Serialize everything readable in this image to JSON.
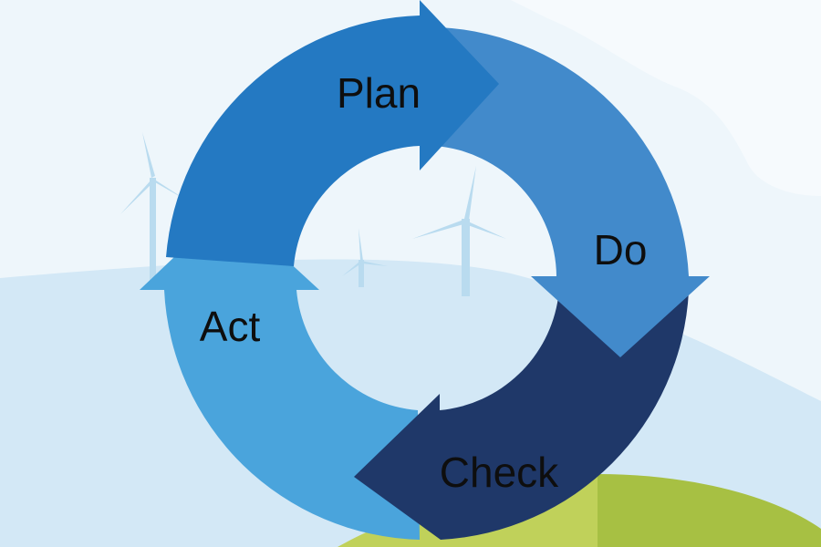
{
  "diagram": {
    "stages": [
      {
        "id": "plan",
        "label": "Plan",
        "color": "#2479c2"
      },
      {
        "id": "do",
        "label": "Do",
        "color": "#428acb"
      },
      {
        "id": "check",
        "label": "Check",
        "color": "#1f3869"
      },
      {
        "id": "act",
        "label": "Act",
        "color": "#4aa4dc"
      }
    ]
  },
  "background": {
    "sky": "#eef6fb",
    "cloud": "#f6fafd",
    "hill": "#d3e8f6",
    "field_light": "#c0d15a",
    "field_dark": "#a7c043",
    "turbine": "#b9dbef"
  }
}
